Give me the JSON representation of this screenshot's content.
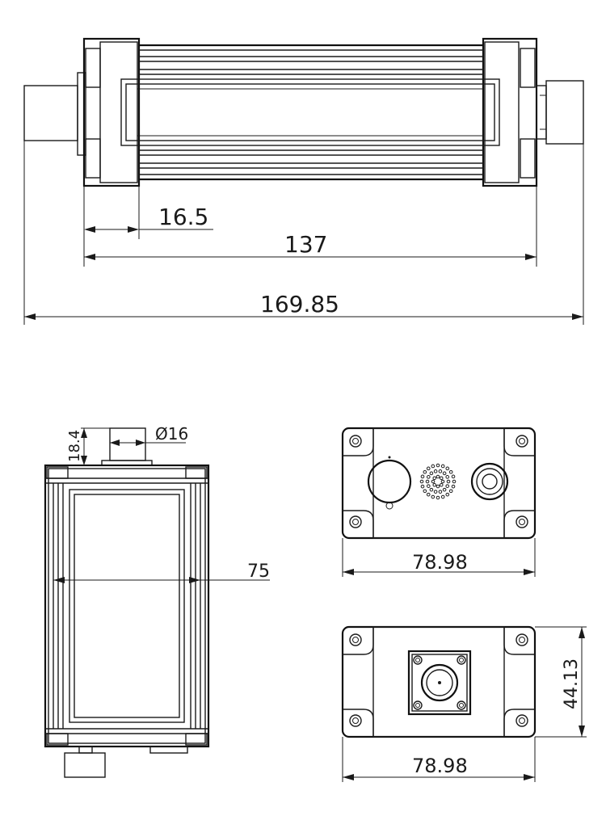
{
  "dimensions": {
    "top_view": {
      "flange_width": "16.5",
      "body_length": "137",
      "overall_length": "169.85"
    },
    "side_view": {
      "connector_height": "18.4",
      "connector_diameter": "Ø16",
      "body_height": "75"
    },
    "end_view_front": {
      "width": "78.98"
    },
    "end_view_rear": {
      "width": "78.98",
      "height": "44.13"
    }
  }
}
